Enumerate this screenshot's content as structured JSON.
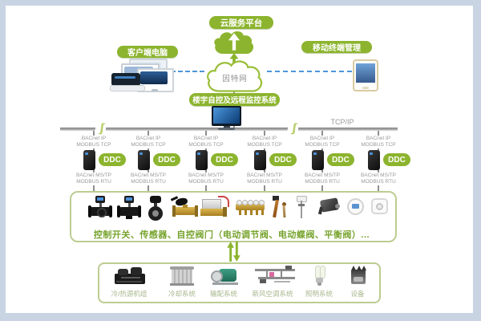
{
  "header": {
    "cloud_platform_label": "云服务平台",
    "client_pc_label": "客户端电脑",
    "mobile_label": "移动终端管理",
    "internet_label": "因特网"
  },
  "bas": {
    "title": "楼宇自控及远程监控系统",
    "bus_label": "TCP/IP"
  },
  "controllers": {
    "count": 6,
    "ddc_label": "DDC",
    "ip_protocol_line1": "BACnet IP",
    "ip_protocol_line2": "MODBUS TCP",
    "mstp_protocol_line1": "BACnet MS/TP",
    "mstp_protocol_line2": "MODBUS RTU"
  },
  "field_devices": {
    "caption": "控制开关、传感器、自控阀门（电动调节阀、电动蝶阀、平衡阀）...",
    "icons": [
      "two-way-motorized-valve-icon",
      "three-way-motorized-valve-icon",
      "butterfly-valve-icon",
      "ball-valve-actuator-icon",
      "solenoid-valve-icon",
      "water-manifold-icon",
      "temperature-probe-icon",
      "duct-sensor-icon",
      "damper-actuator-icon",
      "room-thermostat-icon",
      "pressure-switch-icon"
    ]
  },
  "systems": {
    "items": [
      {
        "label": "冷/热源机组",
        "icon": "chiller-unit-icon"
      },
      {
        "label": "冷却系统",
        "icon": "cooling-tower-icon"
      },
      {
        "label": "输配系统",
        "icon": "pump-icon"
      },
      {
        "label": "新风空调系统",
        "icon": "air-duct-icon"
      },
      {
        "label": "照明系统",
        "icon": "light-bulb-icon"
      },
      {
        "label": "设备",
        "icon": "equipment-icon"
      }
    ]
  },
  "colors": {
    "green": "#8cb42e",
    "box_border": "#bccd92",
    "caption_green": "#76a32c",
    "system_label": "#a9b88e",
    "protocol_gray": "#9a9a9a",
    "dash_blue": "#4e95d9",
    "frame_bg": "#c9d4e3"
  }
}
